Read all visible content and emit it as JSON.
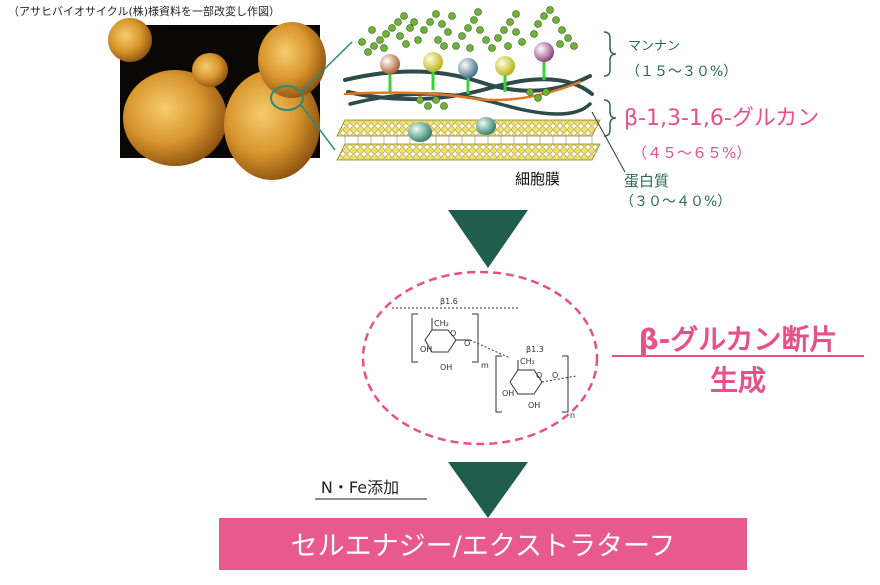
{
  "caption": "（アサヒバイオサイクル(株)様資料を一部改変し作図）",
  "labels": {
    "mannan": "マンナン",
    "mannan_pct": "（１５～３０%）",
    "glucan": "β-1,3-1,6-グルカン",
    "glucan_pct": "（４５～６５%）",
    "protein": "蛋白質",
    "protein_pct": "（３０～４０%）",
    "membrane": "細胞膜"
  },
  "structure": {
    "beta16": "β1.6",
    "beta13": "β1.3",
    "ch2_a": "CH₂",
    "ch2_b": "CH₂",
    "o1": "O",
    "o2": "O",
    "o3": "O",
    "o4": "O",
    "oh1": "OH",
    "oh2": "OH",
    "oh3": "OH",
    "oh4": "OH",
    "m": "m",
    "n": "n"
  },
  "fragment": {
    "line1": "β-グルカン断片",
    "line2": "生成"
  },
  "additive": "N・Fe添加",
  "product": "セルエナジー/エクストラターフ",
  "colors": {
    "arrow": "#1e5e4a",
    "pink": "#e8508a",
    "product_bg": "#e95a8c",
    "teal": "#2a6a50"
  }
}
